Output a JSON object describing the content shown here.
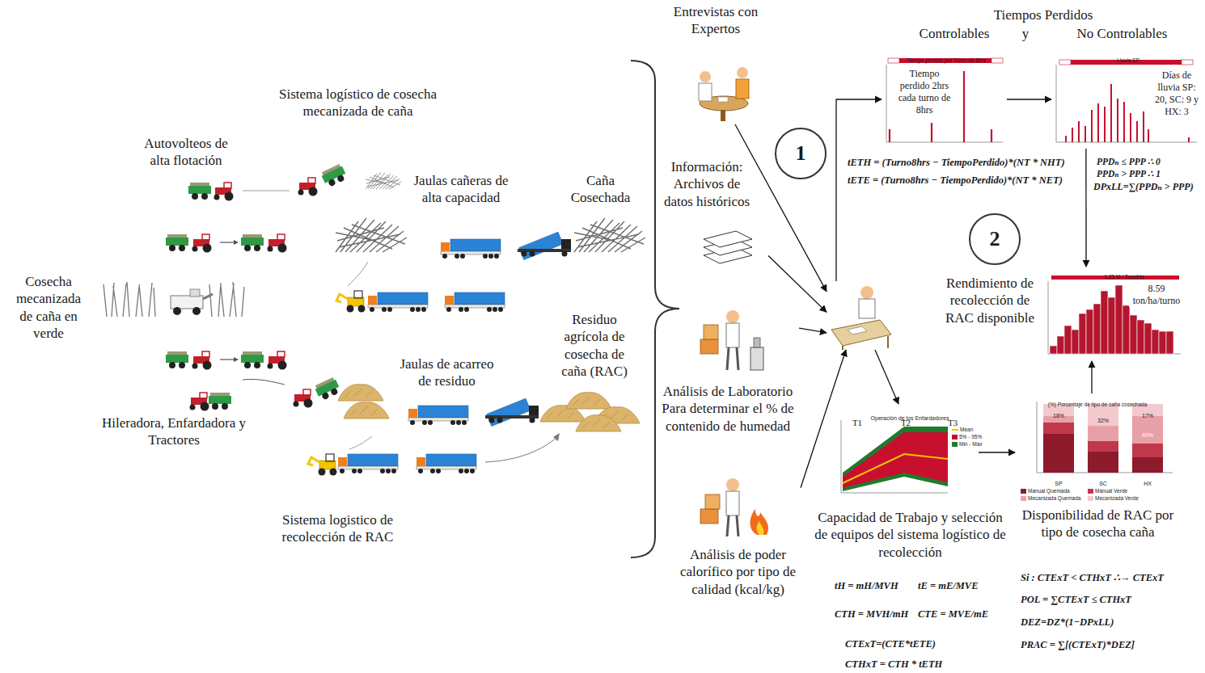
{
  "diagram": {
    "nodes": [
      {
        "text": [
          "Entrevistas con Expertos"
        ]
      },
      {
        "text": [
          "Información: Archivos de datos históricos"
        ]
      },
      {
        "text": [
          "Análisis de Laboratorio Para determinar el % de contenido de humedad"
        ]
      },
      {
        "text": [
          "Análisis de poder calorífico por tipo de calidad (kcal/kg)"
        ]
      },
      {
        "text": []
      },
      {
        "text": [
          "1"
        ]
      },
      {
        "text": [
          "Tiempo perdido 2hrs cada turno de 8hrs"
        ]
      },
      {
        "text": [
          "Días de lluvia SP: 20, SC: 9 y HX: 3"
        ]
      },
      {
        "text": [
          "2"
        ]
      },
      {
        "text": [
          "Rendimiento de recolección de RAC disponible",
          "8.59 ton/ha/turno"
        ]
      },
      {
        "text": [
          "Capacidad de Trabajo y selección de equipos del sistema logístico de recolección"
        ]
      },
      {
        "text": [
          "Disponibilidad de RAC por tipo de cosecha caña"
        ]
      }
    ],
    "edges": [
      {
        "from": 0,
        "to": 4,
        "arrow": "to"
      },
      {
        "from": 1,
        "to": 4,
        "arrow": "to"
      },
      {
        "from": 2,
        "to": 4,
        "arrow": "to"
      },
      {
        "from": 3,
        "to": 4,
        "arrow": "to"
      },
      {
        "from": 4,
        "to": 6,
        "arrow": "to"
      },
      {
        "from": 4,
        "to": 10,
        "arrow": "to"
      },
      {
        "from": 6,
        "to": 7,
        "arrow": "to"
      },
      {
        "from": 7,
        "to": 9,
        "arrow": "to"
      },
      {
        "from": 10,
        "to": 11,
        "arrow": "to"
      },
      {
        "from": 11,
        "to": 9,
        "arrow": "to"
      }
    ],
    "labels": [
      "Sistema logístico de cosecha mecanizada de caña",
      "Autovolteos de alta flotación",
      "Jaulas cañeras de alta capacidad",
      "Caña Cosechada",
      "Cosecha mecanizada de caña en verde",
      "Residuo agrícola de cosecha de caña (RAC)",
      "Jaulas de acarreo de residuo",
      "Hileradora, Enfardadora y Tractores",
      "Sistema logistico de recolección de RAC",
      "Tiempos Perdidos",
      "Controlables",
      "y",
      "No Controlables",
      "tETH = (Turno8hrs − TiempoPerdido)*(NT * NHT)",
      "tETE = (Turno8hrs − TiempoPerdido)*(NT * NET)",
      "PPDₙ ≤ PPP ∴ 0",
      "PPDₙ > PPP ∴ 1",
      "DPxLL=∑(PPDₙ > PPP)",
      "tH = mH/MVH",
      "tE = mE/MVE",
      "CTH = MVH/mH",
      "CTE = MVE/mE",
      "CTExT=(CTE*tETE)",
      "CTHxT = CTH * tETH",
      "Si : CTExT < CTHxT ∴→ CTExT",
      "POL = ∑CTExT ≤ CTHxT",
      "DEZ=DZ*(1−DPxLL)",
      "PRAC = ∑[(CTExT)*DEZ]",
      "Tiempo perdido por Turno de 8hrs",
      "Lluvia SP",
      "1.25 M / Tons/Ha",
      "Operación de los Enfardadores",
      "T1",
      "T2",
      "T3",
      "(%) Porcentaje de tipo de caña cosechada",
      "SP",
      "SC",
      "HX",
      "18%",
      "32%",
      "17%",
      "40%"
    ],
    "legend": [
      {
        "text": "Mean"
      },
      {
        "text": "5% - 95%",
        "color": "#c8102e"
      },
      {
        "text": "Min - Max",
        "color": "#1f7a2e"
      },
      {
        "text": "Manual Quemada",
        "color": "#8e1b2c"
      },
      {
        "text": "Manual Verde",
        "color": "#c0394b"
      },
      {
        "text": "Mecanizada Quemada",
        "color": "#e8a0a8"
      },
      {
        "text": "Mecanizada Verde",
        "color": "#f2c9cd"
      }
    ]
  }
}
